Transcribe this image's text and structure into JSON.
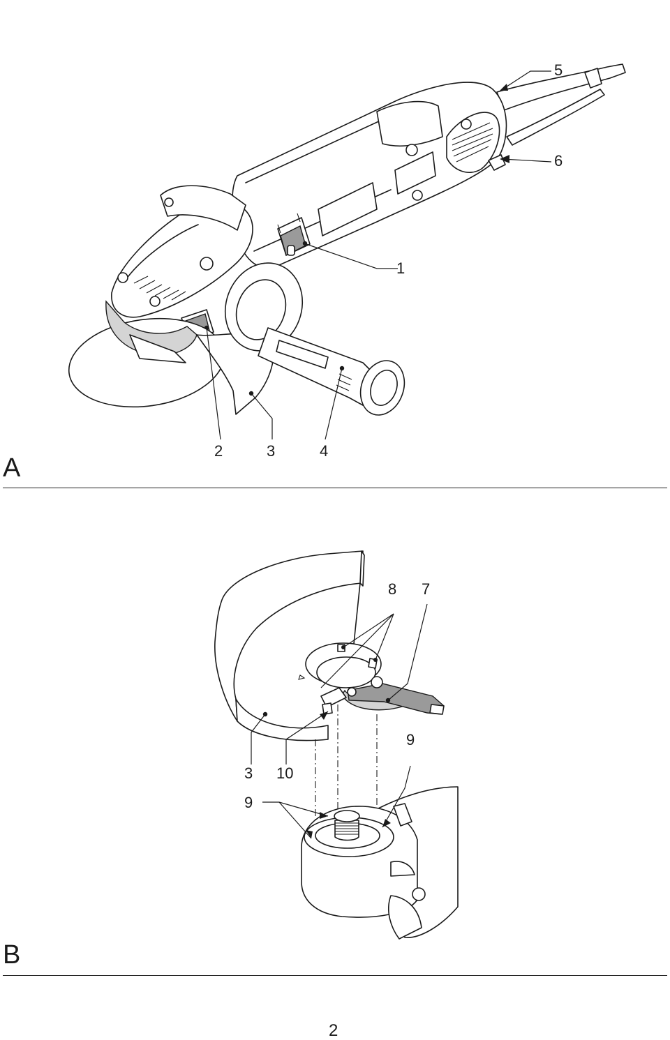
{
  "panels": {
    "a": {
      "letter": "A",
      "callouts": {
        "c1": "1",
        "c2": "2",
        "c3": "3",
        "c4": "4",
        "c5": "5",
        "c6": "6"
      }
    },
    "b": {
      "letter": "B",
      "callouts": {
        "c3": "3",
        "c7": "7",
        "c8": "8",
        "c9_left": "9",
        "c9_right": "9",
        "c10": "10"
      }
    }
  },
  "page_number": "2",
  "colors": {
    "line": "#1a1a1a",
    "part_gray": "#9a9a9a",
    "part_light": "#d4d4d4",
    "background": "#ffffff"
  }
}
